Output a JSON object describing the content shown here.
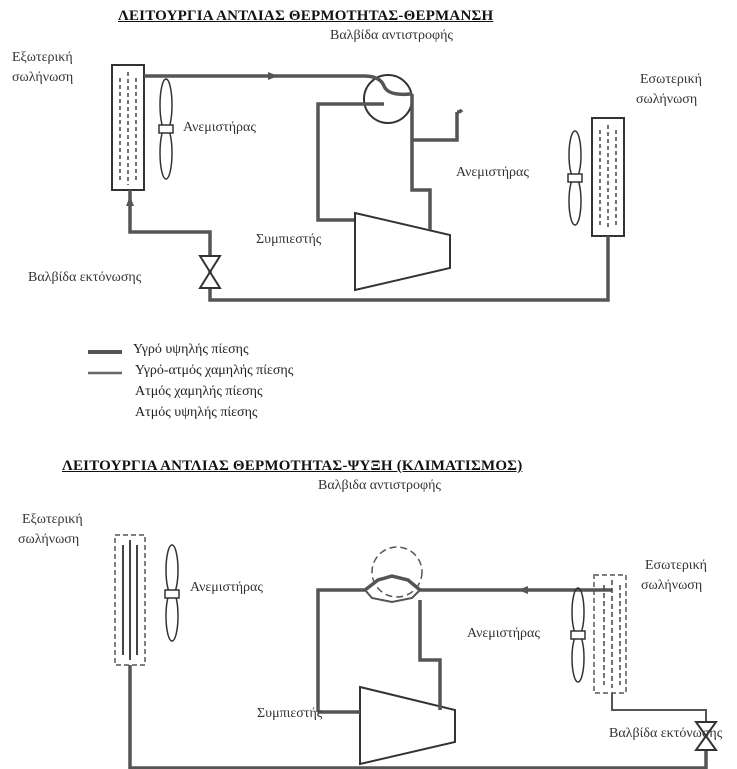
{
  "heating": {
    "title": "ΛΕΙΤΟΥΡΓΙΑ ΑΝΤΛΙΑΣ ΘΕΡΜΟΤΗΤΑΣ-ΘΕΡΜΑΝΣΗ",
    "reversing_valve": "Βαλβίδα αντιστροφής",
    "outdoor_coil": [
      "Εξωτερική",
      "σωλήνωση"
    ],
    "indoor_coil": [
      "Εσωτερική",
      "σωλήνωση"
    ],
    "outdoor_fan": "Ανεμιστήρας",
    "indoor_fan": "Ανεμιστήρας",
    "compressor": "Συμπιεστής",
    "expansion_valve": "Βαλβίδα εκτόνωσης"
  },
  "legend": [
    "Υγρό υψηλής πίεσης",
    "Υγρό-ατμός χαμηλής πίεσης",
    "Ατμός χαμηλής πίεσης",
    "Ατμός υψηλής πίεσης"
  ],
  "cooling": {
    "title": "ΛΕΙΤΟΥΡΓΙΑ ΑΝΤΛΙΑΣ ΘΕΡΜΟΤΗΤΑΣ-ΨΥΞΗ (ΚΛΙΜΑΤΙΣΜΟΣ)",
    "reversing_valve": "Βαλβιδα αντιστροφής",
    "outdoor_coil": [
      "Εξωτερική",
      "σωλήνωση"
    ],
    "indoor_coil": [
      "Εσωτερική",
      "σωλήνωση"
    ],
    "outdoor_fan": "Ανεμιστήρας",
    "indoor_fan": "Ανεμιστήρας",
    "compressor": "Συμπιεστής",
    "expansion_valve": "Βαλβίδα εκτόνωσης"
  }
}
